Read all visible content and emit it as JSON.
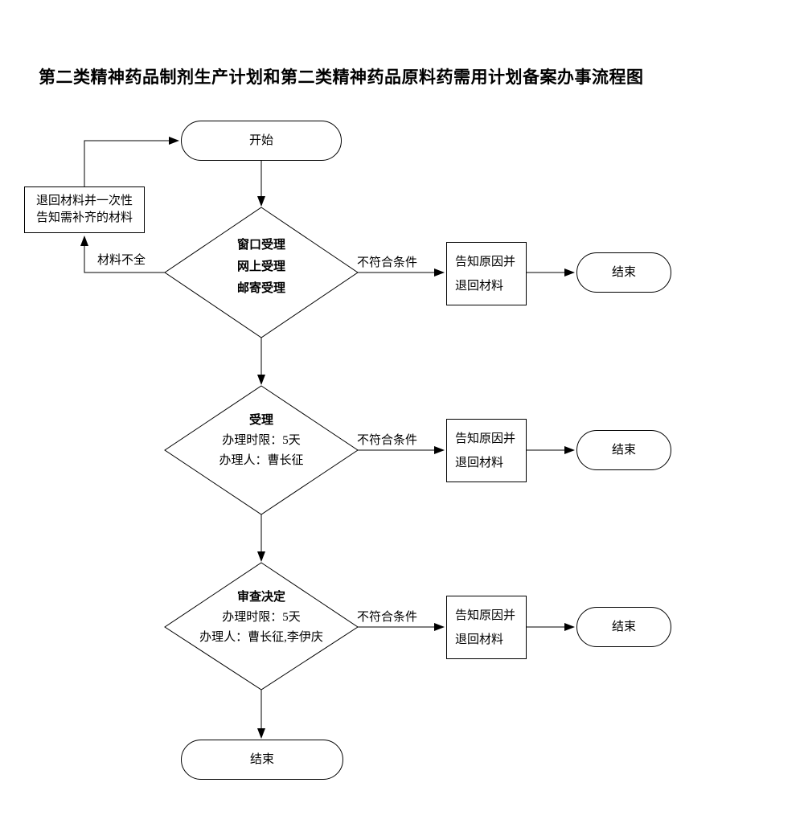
{
  "title": "第二类精神药品制剂生产计划和第二类精神药品原料药需用计划备案办事流程图",
  "colors": {
    "line": "#000000",
    "background": "#ffffff",
    "text": "#000000"
  },
  "start": {
    "label": "开始"
  },
  "return_box": {
    "line1": "退回材料并一次性",
    "line2": "告知需补齐的材料"
  },
  "incomplete_label": "材料不全",
  "diamonds": [
    {
      "line1": "窗口受理",
      "line2": "网上受理",
      "line3": "邮寄受理"
    },
    {
      "line1": "受理",
      "line2": "办理时限：5天",
      "line3": "办理人：曹长征"
    },
    {
      "line1": "审查决定",
      "line2": "办理时限：5天",
      "line3": "办理人：曹长征,李伊庆"
    }
  ],
  "rows": [
    {
      "condition_label": "不符合条件",
      "box_line1": "告知原因并",
      "box_line2": "退回材料",
      "end_label": "结束"
    },
    {
      "condition_label": "不符合条件",
      "box_line1": "告知原因并",
      "box_line2": "退回材料",
      "end_label": "结束"
    },
    {
      "condition_label": "不符合条件",
      "box_line1": "告知原因并",
      "box_line2": "退回材料",
      "end_label": "结束"
    }
  ],
  "end_bottom": {
    "label": "结束"
  }
}
